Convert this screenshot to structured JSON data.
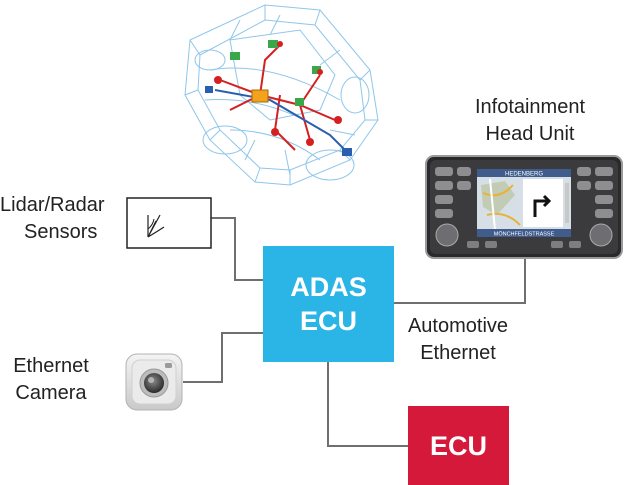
{
  "labels": {
    "infotainment_line1": "Infotainment",
    "infotainment_line2": "Head Unit",
    "lidar_line1": "Lidar/Radar",
    "lidar_line2": "Sensors",
    "camera_line1": "Ethernet",
    "camera_line2": "Camera",
    "ethernet_line1": "Automotive",
    "ethernet_line2": "Ethernet"
  },
  "adas_box": {
    "line1": "ADAS",
    "line2": "ECU"
  },
  "ecu_box": {
    "label": "ECU"
  },
  "head_unit_screen": {
    "top_text": "HEDENBERG",
    "bottom_text": "MÖNCHFELDSTRASSE"
  },
  "colors": {
    "adas_fill": "#2BB5E6",
    "ecu_fill": "#D4193A",
    "line": "#6f6f6f",
    "car_wire": "#4aa8de",
    "car_bus_red": "#d42020"
  },
  "icons": [
    "car-wireframe-image",
    "radar-sensor-icon",
    "camera-icon",
    "head-unit-image"
  ]
}
